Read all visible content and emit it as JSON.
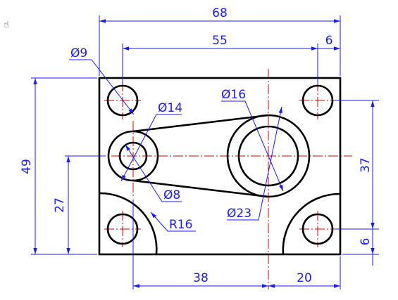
{
  "drawing": {
    "colors": {
      "outline": "#000000",
      "dimension": "#1a1aff",
      "centerline": "#e00000",
      "background": "#ffffff"
    },
    "cursor_icon": "hand-pointer-icon",
    "labels": {
      "width_total": "68",
      "hole_spacing_x": "55",
      "hole_offset_right": "6",
      "height_total": "49",
      "center_height": "27",
      "right_height": "37",
      "bottom_offset": "6",
      "bottom_left_span": "38",
      "bottom_right_span": "20",
      "corner_hole_dia": "Ø9",
      "small_boss_outer_dia": "Ø14",
      "small_boss_inner_dia": "Ø8",
      "large_boss_inner_dia": "Ø16",
      "large_boss_outer_dia": "Ø23",
      "corner_radius": "R16"
    }
  }
}
